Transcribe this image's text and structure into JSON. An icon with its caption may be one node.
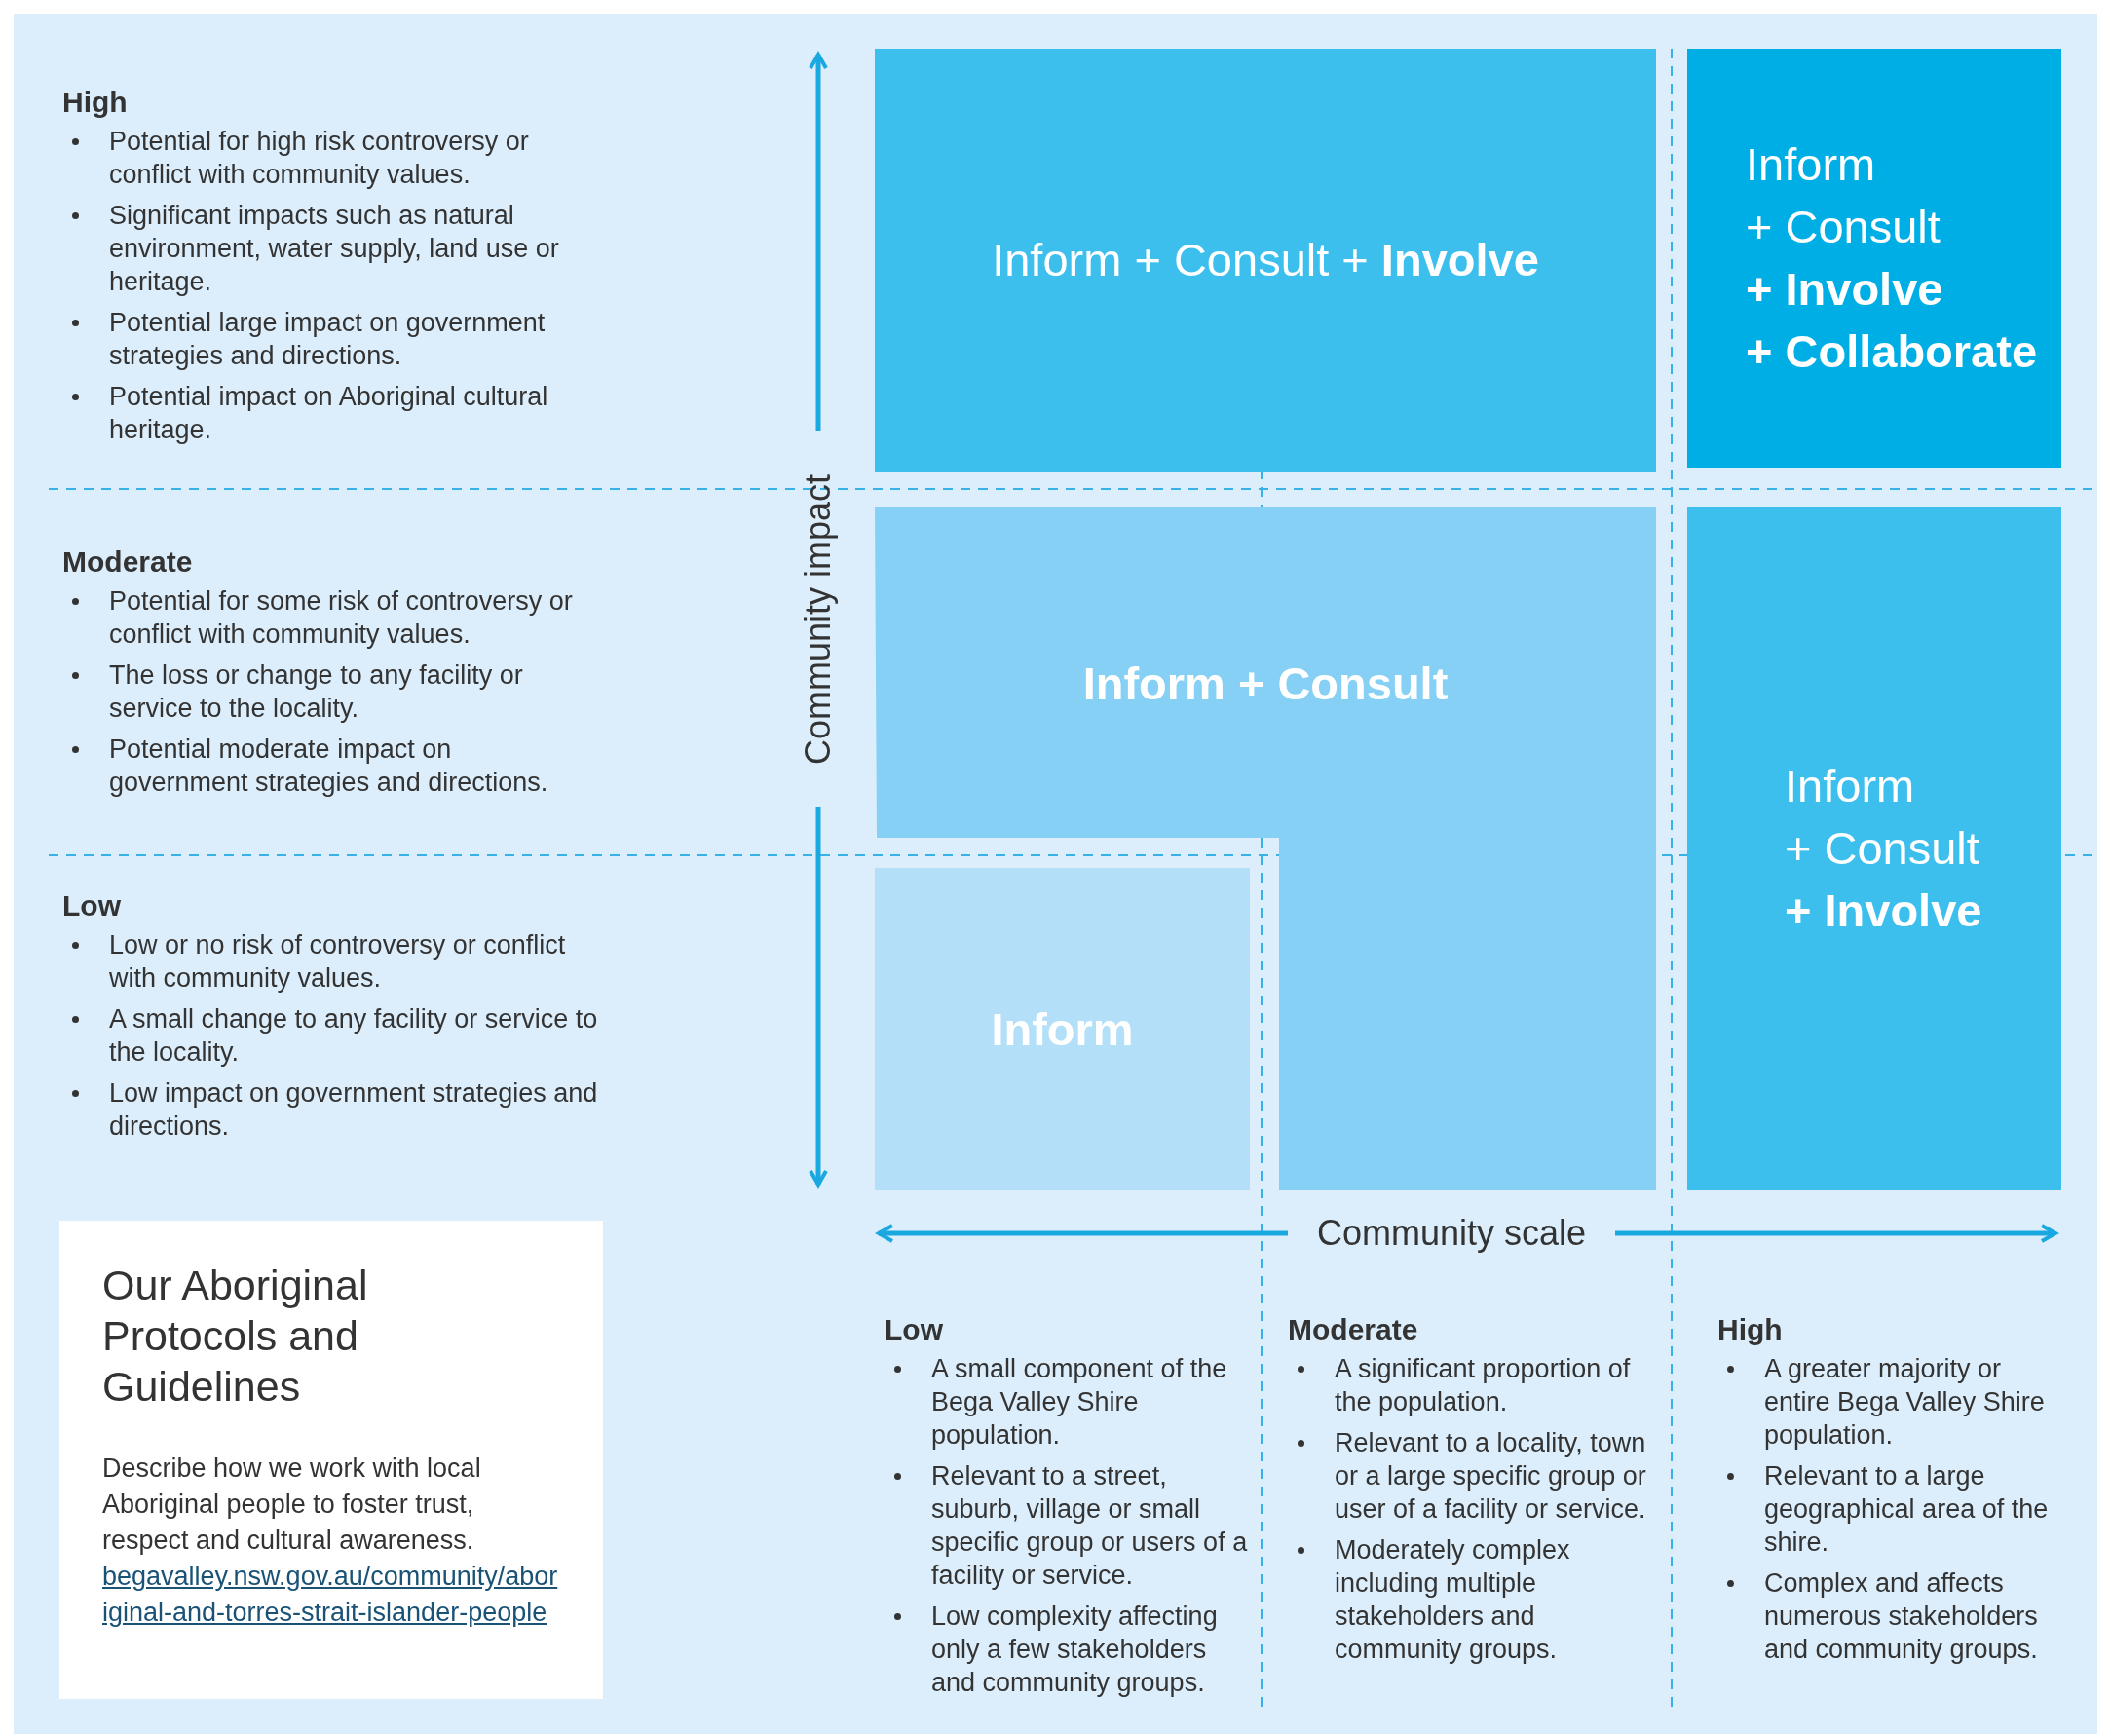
{
  "diagram": {
    "nodes": [
      {
        "text": [
          "Inform + Consult + **Involve**"
        ]
      },
      {
        "text": [
          "Inform + Consult **+ Involve + Collaborate**"
        ]
      },
      {
        "text": [
          "Inform + Consult"
        ]
      },
      {
        "text": [
          "Inform + Consult **+ Involve**"
        ]
      },
      {
        "text": [
          "Inform"
        ]
      },
      {
        "text": [
          "Our Aboriginal Protocols and Guidelines",
          "Describe how we work with local Aboriginal people to foster trust, respect and cultural awareness.",
          "begavalley.nsw.gov.au/community/aboriginal-and-torres-strait-islander-people"
        ]
      }
    ],
    "labels": [
      "Community impact",
      "Community scale",
      "High",
      "Potential for high risk controversy or conflict with community values.",
      "Significant impacts such as natural environment, water supply, land use or heritage.",
      "Potential large impact on government strategies and directions.",
      "Potential impact on Aboriginal cultural heritage.",
      "Moderate",
      "Potential for some risk of controversy or conflict with community values.",
      "The loss or change to any facility or service to the locality.",
      "Potential moderate impact on government strategies and directions.",
      "Low",
      "Low or no risk of controversy or conflict with community values.",
      "A small change to any facility or service to the locality.",
      "Low impact on government strategies and directions.",
      "Low",
      "A small component of the Bega Valley Shire population.",
      "Relevant to a street, suburb, village or small specific group or users of a facility or service.",
      "Low complexity affecting only a few stakeholders and community groups.",
      "Moderate",
      "A significant proportion of the population.",
      "Relevant to a locality, town or a large specific group or user of a facility or service.",
      "Moderately complex including multiple stakeholders and community groups.",
      "High",
      "A greater majority or entire Bega Valley Shire population.",
      "Relevant to a large geographical area of the shire.",
      "Complex and affects numerous stakeholders and community groups."
    ]
  }
}
